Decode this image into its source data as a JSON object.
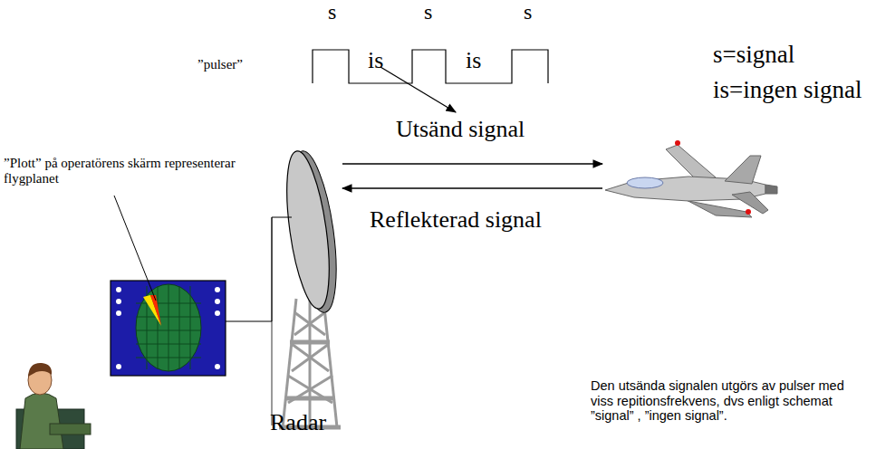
{
  "diagram": {
    "labels": [
      "s",
      "s",
      "s",
      "is",
      "is",
      "”pulser”",
      "s=signal",
      "is=ingen signal",
      "Utsänd signal",
      "Reflekterad signal",
      "”Plott” på operatörens skärm representerar flygplanet",
      "Radar",
      "Den utsända signalen utgörs av pulser med viss repitionsfrekvens, dvs enligt schemat ”signal” , ”ingen signal”."
    ]
  }
}
